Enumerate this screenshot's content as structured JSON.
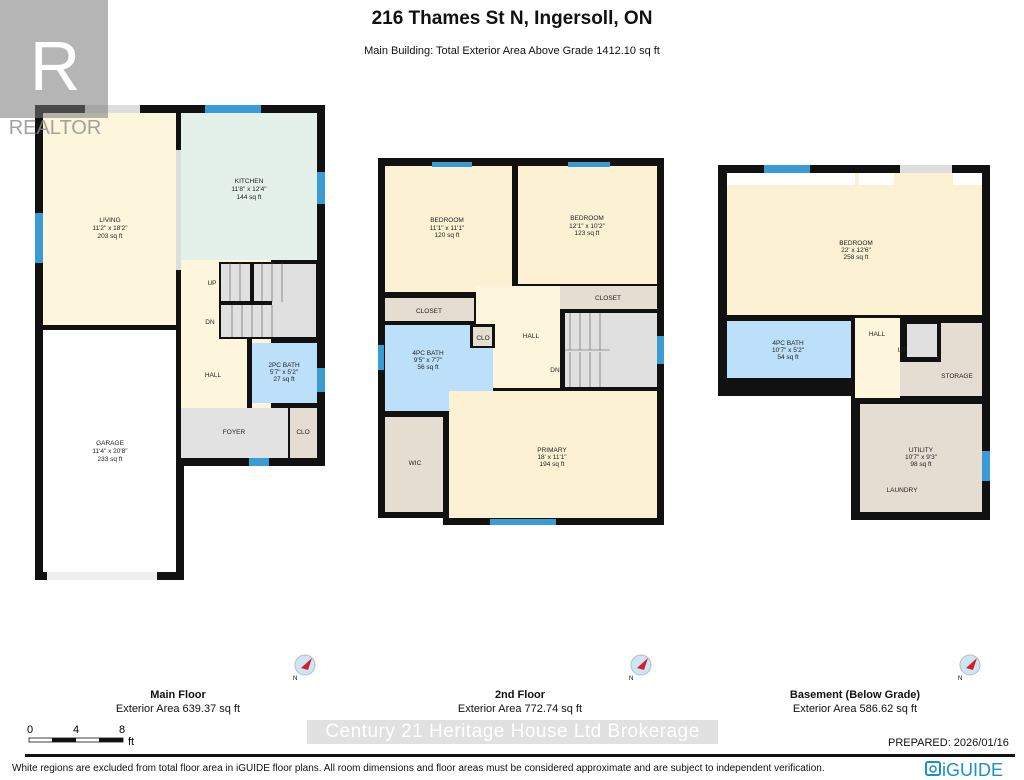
{
  "header": {
    "title": "216 Thames St N, Ingersoll, ON",
    "subtitle": "Main Building: Total Exterior Area Above Grade 1412.10 sq ft"
  },
  "watermarks": {
    "realtor": "REALTOR",
    "brokerage": "Century 21 Heritage House Ltd Brokerage"
  },
  "colors": {
    "living": "#fdf5dc",
    "kitchen": "#e4f1ea",
    "bath": "#bde0fa",
    "utility": "#e6ddd2",
    "stairs": "#e0e0e0",
    "foyer": "#e2e2e2",
    "wall": "#111111",
    "window": "#3b9bd5",
    "compass_needle": "#d91f26"
  },
  "floors": {
    "main": {
      "name": "Main Floor",
      "area": "Exterior Area 639.37 sq ft",
      "rooms": {
        "living": {
          "name": "LIVING",
          "dims": "11'2\" x 18'2\"",
          "area": "203 sq ft"
        },
        "kitchen": {
          "name": "KITCHEN",
          "dims": "11'8\" x 12'4\"",
          "area": "144 sq ft"
        },
        "garage": {
          "name": "GARAGE",
          "dims": "11'4\" x 20'8\"",
          "area": "233 sq ft"
        },
        "bath": {
          "name": "2PC BATH",
          "dims": "5'7\" x 5'2\"",
          "area": "27 sq ft"
        },
        "hall": {
          "name": "HALL"
        },
        "foyer": {
          "name": "FOYER"
        },
        "clo": {
          "name": "CLO"
        },
        "up": "UP",
        "dn": "DN"
      }
    },
    "second": {
      "name": "2nd Floor",
      "area": "Exterior Area 772.74 sq ft",
      "rooms": {
        "bedroom1": {
          "name": "BEDROOM",
          "dims": "11'1\" x 11'1\"",
          "area": "120 sq ft"
        },
        "bedroom2": {
          "name": "BEDROOM",
          "dims": "12'1\" x 10'2\"",
          "area": "123 sq ft"
        },
        "closet1": {
          "name": "CLOSET"
        },
        "closet2": {
          "name": "CLOSET"
        },
        "hall": {
          "name": "HALL"
        },
        "clo": {
          "name": "CLO"
        },
        "bath": {
          "name": "4PC BATH",
          "dims": "9'5\" x 7'7\"",
          "area": "56 sq ft"
        },
        "wic": {
          "name": "WIC"
        },
        "primary": {
          "name": "PRIMARY",
          "dims": "18' x 11'1\"",
          "area": "194 sq ft"
        },
        "dn": "DN"
      }
    },
    "basement": {
      "name": "Basement (Below Grade)",
      "area": "Exterior Area 586.62 sq ft",
      "rooms": {
        "bedroom": {
          "name": "BEDROOM",
          "dims": "22' x 12'6\"",
          "area": "258 sq ft"
        },
        "bath": {
          "name": "4PC BATH",
          "dims": "10'7\" x 5'2\"",
          "area": "54 sq ft"
        },
        "hall": {
          "name": "HALL"
        },
        "storage": {
          "name": "STORAGE"
        },
        "utility": {
          "name": "UTILITY",
          "dims": "10'7\" x 9'3\"",
          "area": "98 sq ft"
        },
        "laundry": {
          "name": "LAUNDRY"
        },
        "up": "UP"
      }
    }
  },
  "compass": {
    "north_label": "N"
  },
  "scale": {
    "ticks": [
      "0",
      "4",
      "8"
    ],
    "unit": "ft"
  },
  "footer": {
    "prepared": "PREPARED: 2026/01/16",
    "disclaimer": "White regions are excluded from total floor area in iGUIDE floor plans. All room dimensions and floor areas must be considered approximate and are subject to independent verification.",
    "logo": "iGUIDE"
  }
}
